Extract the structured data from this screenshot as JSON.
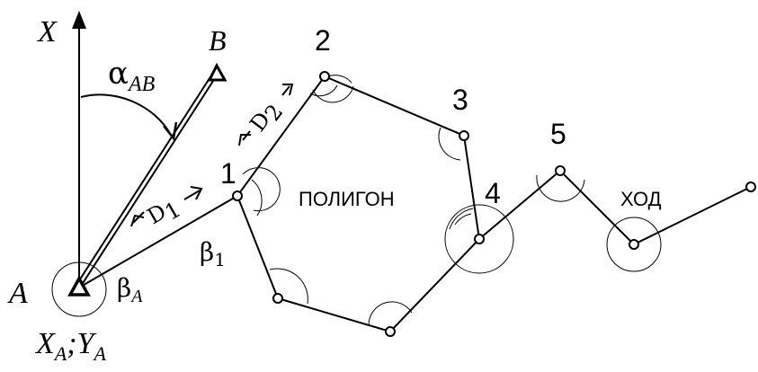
{
  "labels": {
    "axis_x": "X",
    "point_a": "A",
    "point_b": "B",
    "coords_x": "X",
    "coords_x_sub": "A",
    "coords_sep": ";Y",
    "coords_y_sub": "A",
    "alpha": "α",
    "alpha_sub": "AB",
    "beta_a": "β",
    "beta_a_sub": "A",
    "beta_1": "β",
    "beta_1_sub": "1",
    "d1": "D",
    "d1_sub": "1",
    "d2": "D",
    "d2_sub": "2",
    "vertex_1": "1",
    "vertex_2": "2",
    "vertex_3": "3",
    "vertex_4": "4",
    "vertex_5": "5",
    "polygon_label": "ПОЛИГОН",
    "traverse_label": "ХОД"
  }
}
